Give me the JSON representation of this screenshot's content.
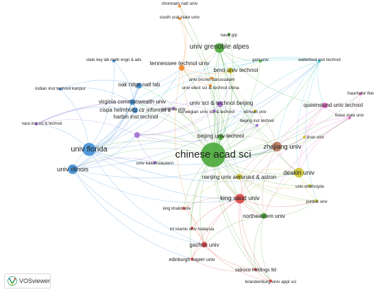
{
  "brand": {
    "name": "VOSviewer",
    "logo_icon": "vosviewer-logo-icon"
  },
  "palette": {
    "red": "#e04848",
    "green": "#4aa83a",
    "blue": "#3f8fd6",
    "yellow": "#c9c22a",
    "purple": "#a26bd6",
    "cyan": "#36c3d9",
    "orange": "#f08b2a",
    "brown": "#b5745a",
    "pink": "#e36ac8",
    "olive": "#9aa63a",
    "lightblue": "#6aa6e8"
  },
  "nodes": [
    {
      "id": "chonnam",
      "label": "chonnam natl univ",
      "cluster": "orange",
      "size": "xs"
    },
    {
      "id": "southural",
      "label": "south ural state univ",
      "cluster": "orange",
      "size": "xs"
    },
    {
      "id": "navalgrp",
      "label": "naval grp",
      "cluster": "green",
      "size": "xs"
    },
    {
      "id": "grenoble",
      "label": "univ grenoble alpes",
      "cluster": "green",
      "size": "m"
    },
    {
      "id": "statekey",
      "label": "state key lab math engn & adv",
      "cluster": "blue",
      "size": "xs"
    },
    {
      "id": "tennessee",
      "label": "tennessee technol univ",
      "cluster": "orange",
      "size": "s"
    },
    {
      "id": "gazi",
      "label": "gazi univ",
      "cluster": "green",
      "size": "xs"
    },
    {
      "id": "waterford",
      "label": "waterford inst technol",
      "cluster": "cyan",
      "size": "xs"
    },
    {
      "id": "brno",
      "label": "brno univ technol",
      "cluster": "yellow",
      "size": "s"
    },
    {
      "id": "brunei",
      "label": "univ brunei darussalam",
      "cluster": "orange",
      "size": "xs"
    },
    {
      "id": "elecsci",
      "label": "univ elect sci & technol china",
      "cluster": "orange",
      "size": "xs"
    },
    {
      "id": "indian",
      "label": "indian inst technol kanpur",
      "cluster": "blue",
      "size": "xs"
    },
    {
      "id": "oakridge",
      "label": "oak ridge natl lab",
      "cluster": "blue",
      "size": "s"
    },
    {
      "id": "fraunhofer",
      "label": "fraunhofer fkie",
      "cluster": "pink",
      "size": "xs"
    },
    {
      "id": "virginia",
      "label": "virginia commonwealth univ",
      "cluster": "blue",
      "size": "s"
    },
    {
      "id": "cispa",
      "label": "cispa helmholtz ctr informat s",
      "cluster": "blue",
      "size": "s"
    },
    {
      "id": "ustb",
      "label": "univ sci & technol beijing",
      "cluster": "purple",
      "size": "s"
    },
    {
      "id": "norwegian",
      "label": "norwegian univ sci & technol",
      "cluster": "purple",
      "size": "xs"
    },
    {
      "id": "queensland",
      "label": "queensland univ technol",
      "cluster": "pink",
      "size": "s"
    },
    {
      "id": "sichuan",
      "label": "sichuan univ",
      "cluster": "yellow",
      "size": "xs"
    },
    {
      "id": "nara",
      "label": "nara inst sci & technol",
      "cluster": "purple",
      "size": "xs"
    },
    {
      "id": "tsinghua",
      "label": "tsinghua univ",
      "cluster": "purple",
      "size": "xs"
    },
    {
      "id": "bit",
      "label": "beijing inst technol",
      "cluster": "purple",
      "size": "xs"
    },
    {
      "id": "boise",
      "label": "boise state univ",
      "cluster": "pink",
      "size": "xs"
    },
    {
      "id": "harbin",
      "label": "harbin inst technol",
      "cluster": "purple",
      "size": "s"
    },
    {
      "id": "bjtu",
      "label": "beijing univ technol",
      "cluster": "green",
      "size": "s"
    },
    {
      "id": "zhejiang",
      "label": "zhejiang univ",
      "cluster": "brown",
      "size": "m"
    },
    {
      "id": "jinan",
      "label": "jinan univ",
      "cluster": "yellow",
      "size": "xs"
    },
    {
      "id": "florida",
      "label": "univ florida",
      "cluster": "blue",
      "size": "l"
    },
    {
      "id": "cas",
      "label": "chinese acad sci",
      "cluster": "green",
      "size": "xl"
    },
    {
      "id": "kaiserslautern",
      "label": "univ kaiserslautern",
      "cluster": "purple",
      "size": "xs"
    },
    {
      "id": "illinois",
      "label": "univ illinois",
      "cluster": "blue",
      "size": "m"
    },
    {
      "id": "deakin",
      "label": "deakin univ",
      "cluster": "yellow",
      "size": "m"
    },
    {
      "id": "nuaa",
      "label": "nanjing univ aeronaut & astron",
      "cluster": "yellow",
      "size": "s"
    },
    {
      "id": "strathclyde",
      "label": "univ strathclyde",
      "cluster": "yellow",
      "size": "xs"
    },
    {
      "id": "kingsaud",
      "label": "king saud univ",
      "cluster": "red",
      "size": "m"
    },
    {
      "id": "purdue",
      "label": "purdue univ",
      "cluster": "yellow",
      "size": "xs"
    },
    {
      "id": "kingkhalid",
      "label": "king khalid univ",
      "cluster": "red",
      "size": "xs"
    },
    {
      "id": "northeastern",
      "label": "northeastern univ",
      "cluster": "green",
      "size": "s"
    },
    {
      "id": "iium",
      "label": "int islamic univ malaysia",
      "cluster": "red",
      "size": "xs"
    },
    {
      "id": "gachon",
      "label": "gachon univ",
      "cluster": "red",
      "size": "s"
    },
    {
      "id": "edinburgh",
      "label": "edinburgh napier univ",
      "cluster": "red",
      "size": "xs"
    },
    {
      "id": "sidroco",
      "label": "sidroco holdings ltd",
      "cluster": "red",
      "size": "xs"
    },
    {
      "id": "brandenburg",
      "label": "brandenburg univ appl sci",
      "cluster": "red",
      "size": "xs"
    }
  ],
  "links": [
    [
      "cas",
      "florida"
    ],
    [
      "cas",
      "illinois"
    ],
    [
      "cas",
      "harbin"
    ],
    [
      "cas",
      "bjtu"
    ],
    [
      "cas",
      "zhejiang"
    ],
    [
      "cas",
      "deakin"
    ],
    [
      "cas",
      "nuaa"
    ],
    [
      "cas",
      "kingsaud"
    ],
    [
      "cas",
      "northeastern"
    ],
    [
      "cas",
      "ustb"
    ],
    [
      "cas",
      "tsinghua"
    ],
    [
      "cas",
      "bit"
    ],
    [
      "cas",
      "grenoble"
    ],
    [
      "cas",
      "tennessee"
    ],
    [
      "cas",
      "brno"
    ],
    [
      "cas",
      "cispa"
    ],
    [
      "cas",
      "virginia"
    ],
    [
      "cas",
      "oakridge"
    ],
    [
      "cas",
      "queensland"
    ],
    [
      "cas",
      "waterford"
    ],
    [
      "cas",
      "sichuan"
    ],
    [
      "cas",
      "jinan"
    ],
    [
      "cas",
      "gachon"
    ],
    [
      "cas",
      "sidroco"
    ],
    [
      "cas",
      "brandenburg"
    ],
    [
      "cas",
      "purdue"
    ],
    [
      "cas",
      "strathclyde"
    ],
    [
      "cas",
      "kaiserslautern"
    ],
    [
      "cas",
      "gazi"
    ],
    [
      "cas",
      "navalgrp"
    ],
    [
      "cas",
      "southural"
    ],
    [
      "cas",
      "chonnam"
    ],
    [
      "cas",
      "elecsci"
    ],
    [
      "cas",
      "brunei"
    ],
    [
      "cas",
      "norwegian"
    ],
    [
      "cas",
      "boise"
    ],
    [
      "cas",
      "fraunhofer"
    ],
    [
      "cas",
      "iium"
    ],
    [
      "cas",
      "kingkhalid"
    ],
    [
      "cas",
      "edinburgh"
    ],
    [
      "florida",
      "illinois"
    ],
    [
      "florida",
      "virginia"
    ],
    [
      "florida",
      "oakridge"
    ],
    [
      "florida",
      "cispa"
    ],
    [
      "florida",
      "indian"
    ],
    [
      "florida",
      "statekey"
    ],
    [
      "florida",
      "harbin"
    ],
    [
      "florida",
      "nara"
    ],
    [
      "florida",
      "tennessee"
    ],
    [
      "florida",
      "kingsaud"
    ],
    [
      "florida",
      "gachon"
    ],
    [
      "florida",
      "zhejiang"
    ],
    [
      "florida",
      "waterford"
    ],
    [
      "florida",
      "grenoble"
    ],
    [
      "florida",
      "deakin"
    ],
    [
      "illinois",
      "oakridge"
    ],
    [
      "illinois",
      "virginia"
    ],
    [
      "illinois",
      "cispa"
    ],
    [
      "illinois",
      "kingsaud"
    ],
    [
      "illinois",
      "gachon"
    ],
    [
      "illinois",
      "zhejiang"
    ],
    [
      "illinois",
      "harbin"
    ],
    [
      "illinois",
      "edinburgh"
    ],
    [
      "illinois",
      "waterford"
    ],
    [
      "oakridge",
      "tennessee"
    ],
    [
      "oakridge",
      "virginia"
    ],
    [
      "oakridge",
      "cispa"
    ],
    [
      "oakridge",
      "indian"
    ],
    [
      "tennessee",
      "grenoble"
    ],
    [
      "tennessee",
      "brno"
    ],
    [
      "tennessee",
      "southural"
    ],
    [
      "tennessee",
      "chonnam"
    ],
    [
      "tennessee",
      "brunei"
    ],
    [
      "tennessee",
      "elecsci"
    ],
    [
      "tennessee",
      "gachon"
    ],
    [
      "tennessee",
      "kingsaud"
    ],
    [
      "grenoble",
      "brno"
    ],
    [
      "grenoble",
      "navalgrp"
    ],
    [
      "grenoble",
      "gazi"
    ],
    [
      "grenoble",
      "zhejiang"
    ],
    [
      "grenoble",
      "deakin"
    ],
    [
      "grenoble",
      "queensland"
    ],
    [
      "grenoble",
      "kingsaud"
    ],
    [
      "grenoble",
      "northeastern"
    ],
    [
      "waterford",
      "zhejiang"
    ],
    [
      "waterford",
      "queensland"
    ],
    [
      "waterford",
      "brno"
    ],
    [
      "waterford",
      "deakin"
    ],
    [
      "waterford",
      "purdue"
    ],
    [
      "waterford",
      "bjtu"
    ],
    [
      "waterford",
      "virginia"
    ],
    [
      "waterford",
      "cispa"
    ],
    [
      "queensland",
      "fraunhofer"
    ],
    [
      "queensland",
      "boise"
    ],
    [
      "queensland",
      "zhejiang"
    ],
    [
      "queensland",
      "deakin"
    ],
    [
      "queensland",
      "jinan"
    ],
    [
      "boise",
      "zhejiang"
    ],
    [
      "boise",
      "deakin"
    ],
    [
      "boise",
      "fraunhofer"
    ],
    [
      "boise",
      "kingsaud"
    ],
    [
      "boise",
      "northeastern"
    ],
    [
      "zhejiang",
      "deakin"
    ],
    [
      "zhejiang",
      "jinan"
    ],
    [
      "zhejiang",
      "kingsaud"
    ],
    [
      "zhejiang",
      "northeastern"
    ],
    [
      "zhejiang",
      "bjtu"
    ],
    [
      "zhejiang",
      "sichuan"
    ],
    [
      "zhejiang",
      "nuaa"
    ],
    [
      "deakin",
      "nuaa"
    ],
    [
      "deakin",
      "strathclyde"
    ],
    [
      "deakin",
      "purdue"
    ],
    [
      "deakin",
      "kingsaud"
    ],
    [
      "deakin",
      "northeastern"
    ],
    [
      "kingsaud",
      "northeastern"
    ],
    [
      "kingsaud",
      "gachon"
    ],
    [
      "kingsaud",
      "kingkhalid"
    ],
    [
      "kingsaud",
      "iium"
    ],
    [
      "kingsaud",
      "sidroco"
    ],
    [
      "kingsaud",
      "brandenburg"
    ],
    [
      "kingsaud",
      "edinburgh"
    ],
    [
      "kingsaud",
      "purdue"
    ],
    [
      "kingsaud",
      "nuaa"
    ],
    [
      "northeastern",
      "gachon"
    ],
    [
      "northeastern",
      "sidroco"
    ],
    [
      "northeastern",
      "brandenburg"
    ],
    [
      "northeastern",
      "purdue"
    ],
    [
      "gachon",
      "sidroco"
    ],
    [
      "gachon",
      "brandenburg"
    ],
    [
      "gachon",
      "edinburgh"
    ],
    [
      "gachon",
      "iium"
    ],
    [
      "gachon",
      "kingkhalid"
    ],
    [
      "sidroco",
      "brandenburg"
    ],
    [
      "edinburgh",
      "sidroco"
    ],
    [
      "harbin",
      "ustb"
    ],
    [
      "harbin",
      "tsinghua"
    ],
    [
      "harbin",
      "norwegian"
    ],
    [
      "harbin",
      "nara"
    ],
    [
      "harbin",
      "kaiserslautern"
    ],
    [
      "harbin",
      "bit"
    ],
    [
      "ustb",
      "bit"
    ],
    [
      "ustb",
      "tsinghua"
    ],
    [
      "ustb",
      "norwegian"
    ],
    [
      "ustb",
      "sichuan"
    ],
    [
      "ustb",
      "brno"
    ],
    [
      "ustb",
      "bjtu"
    ],
    [
      "bjtu",
      "bit"
    ],
    [
      "bjtu",
      "nuaa"
    ],
    [
      "bjtu",
      "sichuan"
    ],
    [
      "brno",
      "gazi"
    ],
    [
      "brno",
      "sichuan"
    ],
    [
      "brno",
      "elecsci"
    ],
    [
      "cispa",
      "virginia"
    ],
    [
      "cispa",
      "nara"
    ],
    [
      "cispa",
      "statekey"
    ],
    [
      "virginia",
      "indian"
    ],
    [
      "nuaa",
      "purdue"
    ],
    [
      "nuaa",
      "strathclyde"
    ],
    [
      "nuaa",
      "kingkhalid"
    ],
    [
      "kaiserslautern",
      "illinois"
    ],
    [
      "norwegian",
      "nara"
    ],
    [
      "tsinghua",
      "nara"
    ]
  ]
}
